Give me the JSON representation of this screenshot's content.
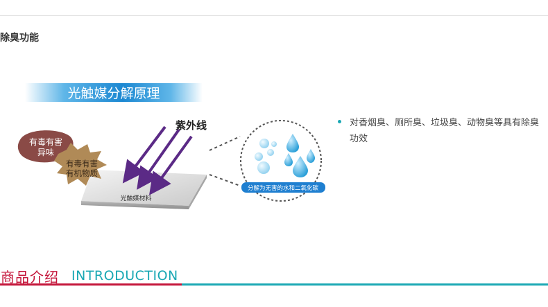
{
  "section": {
    "title": "除臭功能"
  },
  "diagram": {
    "banner_title": "光触媒分解原理",
    "uv_label": "紫外线",
    "odor_label_line1": "有毒有害",
    "odor_label_line2": "异味",
    "organic_label_line1": "有毒有害",
    "organic_label_line2": "有机物质",
    "material_label": "光触媒材料",
    "result_label": "分解为无害的水和二氧化碳"
  },
  "features": [
    {
      "text": "对香烟臭、厕所臭、垃圾臭、动物臭等具有除臭功效"
    }
  ],
  "intro": {
    "cn": "商品介绍",
    "en": "INTRODUCTION"
  },
  "colors": {
    "brand_red": "#c4153a",
    "accent_teal": "#1aa8b4",
    "uv_purple": "#5b2a86",
    "banner_blue": "#2a93d5",
    "result_blue": "#1f7fd0",
    "odor_brown": "#8a4a46",
    "organic_gold": "#b08a57"
  }
}
